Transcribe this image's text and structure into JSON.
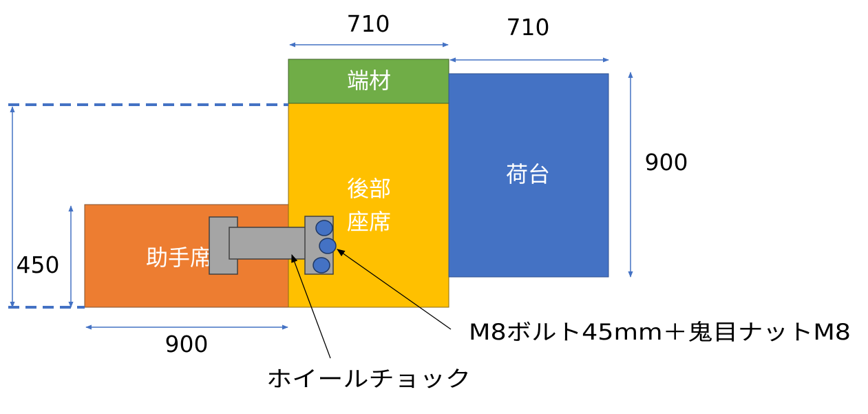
{
  "dimensions": {
    "top_left_width": "710",
    "top_right_width": "710",
    "right_height": "900",
    "left_height": "450",
    "bottom_width": "900"
  },
  "blocks": {
    "end_piece": "端材",
    "rear_seat_line1": "後部",
    "rear_seat_line2": "座席",
    "cargo_bed": "荷台",
    "passenger_seat": "助手席"
  },
  "callouts": {
    "bolt": "M8ボルト45mm＋鬼目ナットM8",
    "wheel_chock": "ホイールチョック"
  },
  "colors": {
    "end_piece": "#70ad47",
    "rear_seat": "#ffc000",
    "cargo_bed": "#4472c4",
    "passenger_seat": "#ed7d31",
    "chock": "#a5a5a5",
    "bolt": "#4472c4",
    "dimension_line": "#4472c4"
  }
}
